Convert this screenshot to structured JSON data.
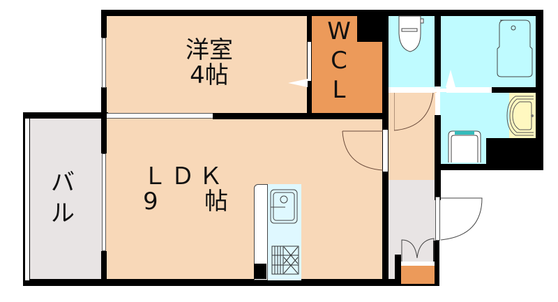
{
  "floor_plan": {
    "rooms": {
      "western_room": {
        "name": "洋室",
        "size": "4帖"
      },
      "walk_in_closet": {
        "letters": [
          "W",
          "C",
          "L"
        ]
      },
      "ldk": {
        "name": "ＬＤＫ",
        "size_number": "9",
        "size_unit": "帖"
      },
      "balcony": {
        "letters": [
          "バ",
          "ル"
        ]
      },
      "toilet": {},
      "bathroom": {},
      "washroom": {},
      "hallway": {},
      "entrance": {}
    },
    "colors": {
      "wall": "#000000",
      "living_floor": "#F8D8B8",
      "closet": "#EC9A5A",
      "wet_area": "#BFFBFF",
      "balcony": "#E8E4E4",
      "entrance": "#E8E4E4",
      "vanity": "#FFF8C0",
      "kitchen": "#DFF8FF"
    }
  }
}
